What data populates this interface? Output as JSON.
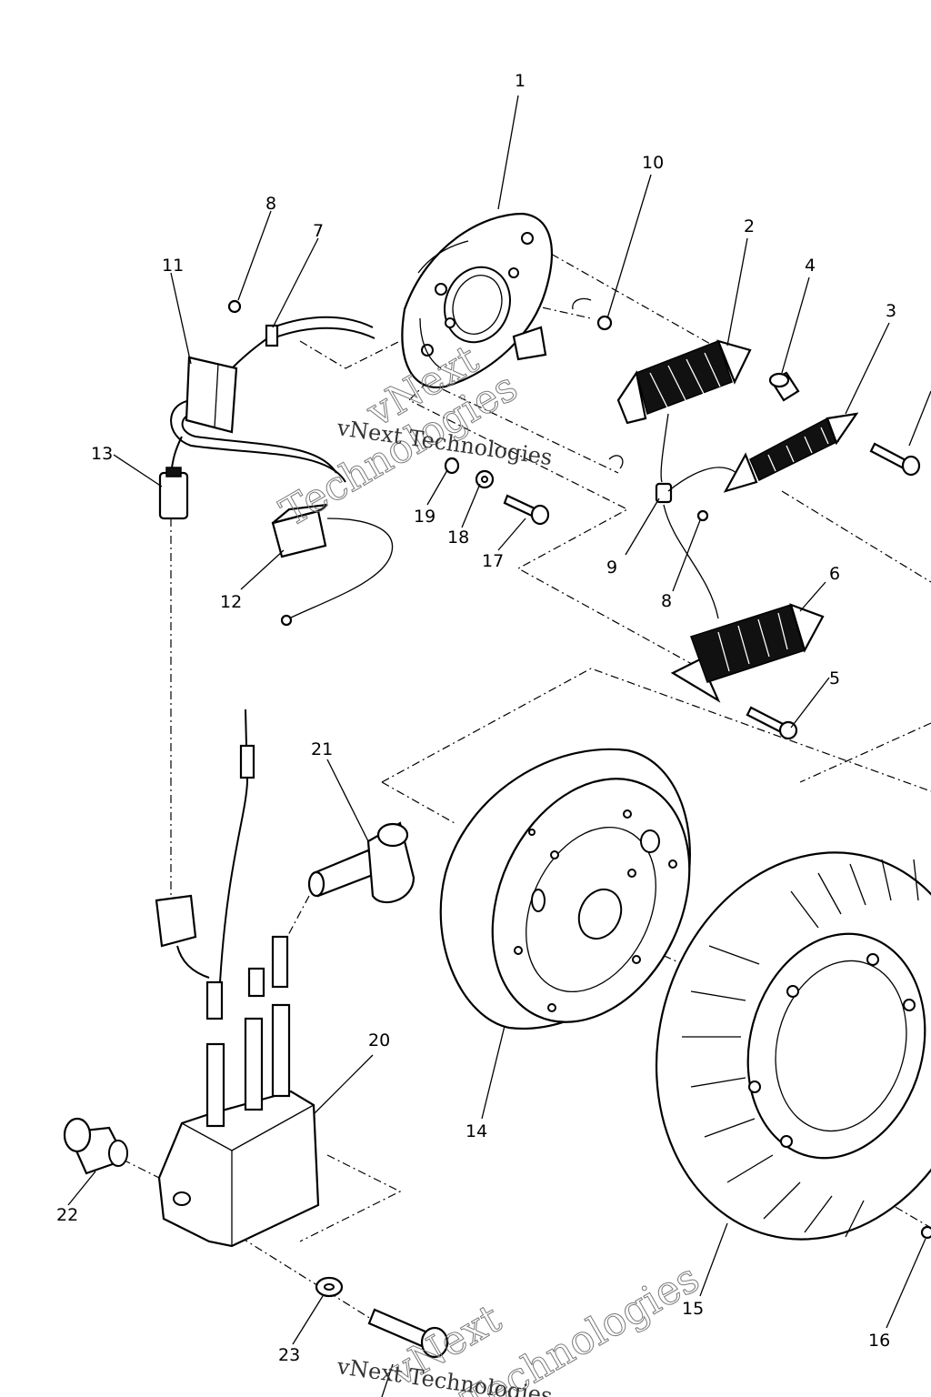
{
  "callouts": {
    "p1": "1",
    "p2": "2",
    "p3": "3",
    "p4": "4",
    "p5": "5",
    "p6": "6",
    "p7": "7",
    "p8a": "8",
    "p8b": "8",
    "p9": "9",
    "p10": "10",
    "p11": "11",
    "p12": "12",
    "p13": "13",
    "p14": "14",
    "p15": "15",
    "p16": "16",
    "p17": "17",
    "p18": "18",
    "p19": "19",
    "p20": "20",
    "p21": "21",
    "p22": "22",
    "p23": "23"
  },
  "watermark": {
    "brand": "vNext",
    "company": "Technologies",
    "full": "vNext Technologies"
  }
}
